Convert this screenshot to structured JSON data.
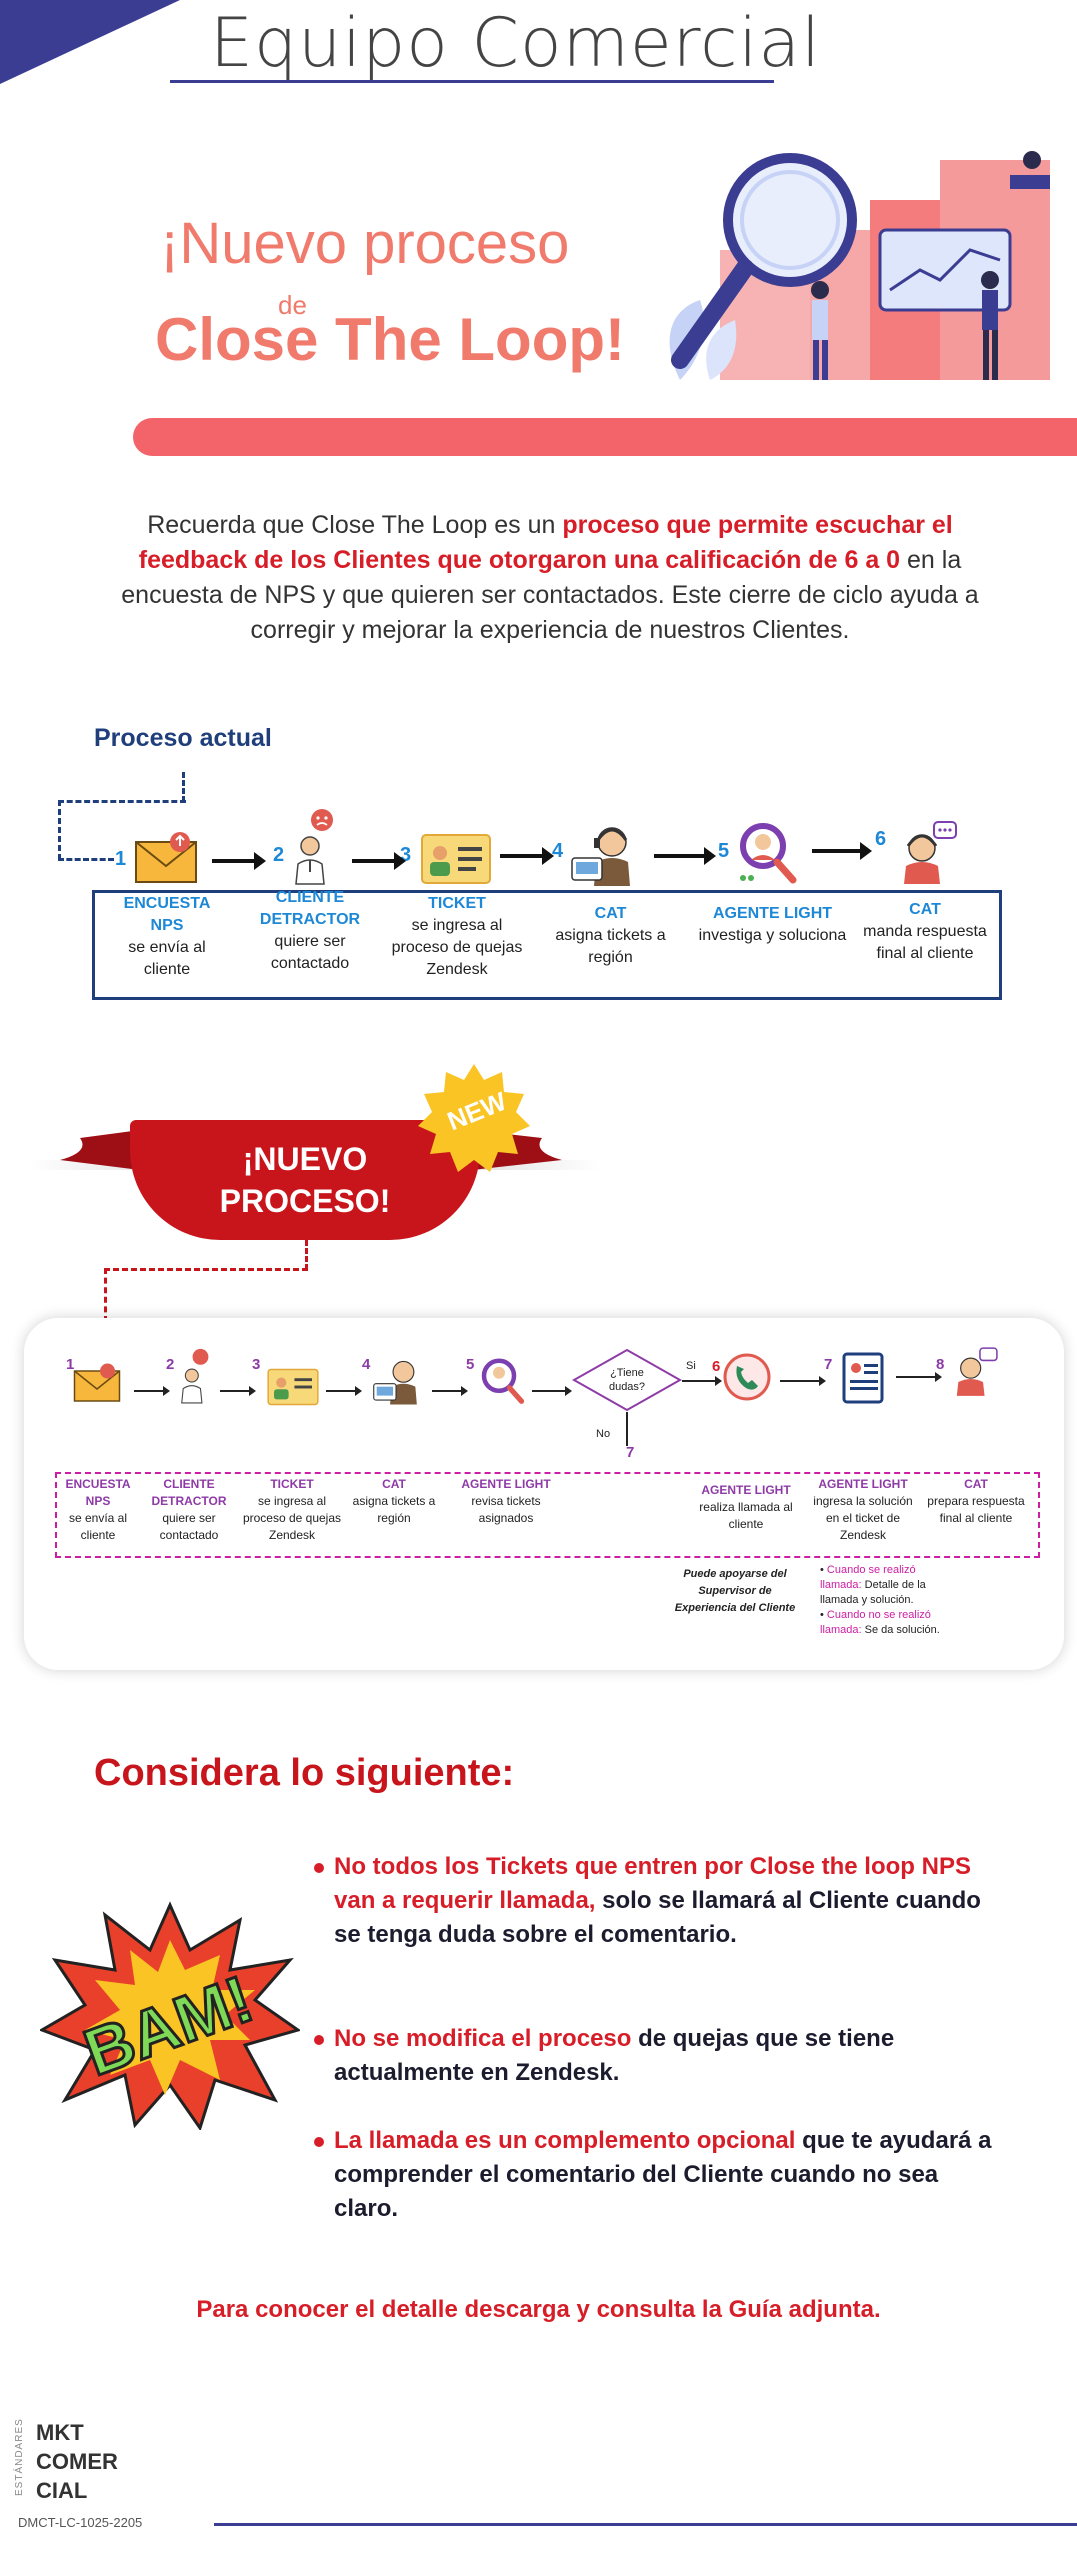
{
  "header": {
    "title": "Equipo Comercial"
  },
  "hero": {
    "line1": "¡Nuevo proceso",
    "de": "de",
    "line2": "Close The Loop!"
  },
  "intro": {
    "p1": "Recuerda que Close The Loop es un ",
    "hl": "proceso que permite escuchar el feedback de los Clientes que otorgaron una calificación de 6 a 0",
    "p2": " en la encuesta de NPS y que quieren ser contactados. Este cierre de ciclo ayuda a corregir y mejorar la experiencia de nuestros Clientes."
  },
  "current": {
    "label": "Proceso actual",
    "steps": [
      {
        "num": "1",
        "title": "ENCUESTA NPS",
        "desc": "se envía al cliente"
      },
      {
        "num": "2",
        "title": "CLIENTE DETRACTOR",
        "desc": "quiere ser contactado"
      },
      {
        "num": "3",
        "title": "TICKET",
        "desc": "se ingresa al proceso de quejas Zendesk"
      },
      {
        "num": "4",
        "title": "CAT",
        "desc": "asigna tickets a región"
      },
      {
        "num": "5",
        "title": "AGENTE LIGHT",
        "desc": "investiga y soluciona"
      },
      {
        "num": "6",
        "title": "CAT",
        "desc": "manda respuesta final al cliente"
      }
    ]
  },
  "banner": {
    "text1": "¡NUEVO",
    "text2": "PROCESO!",
    "badge": "NEW"
  },
  "new_process": {
    "decision": "¿Tiene dudas?",
    "yes": "Si",
    "no": "No",
    "steps": [
      {
        "num": "1",
        "title": "ENCUESTA NPS",
        "desc": "se envía al cliente"
      },
      {
        "num": "2",
        "title": "CLIENTE DETRACTOR",
        "desc": "quiere ser contactado"
      },
      {
        "num": "3",
        "title": "TICKET",
        "desc": "se ingresa al proceso de quejas Zendesk"
      },
      {
        "num": "4",
        "title": "CAT",
        "desc": "asigna tickets a región"
      },
      {
        "num": "5",
        "title": "AGENTE LIGHT",
        "desc": "revisa tickets asignados"
      },
      {
        "num": "6",
        "title": "AGENTE LIGHT",
        "desc": "realiza llamada al cliente"
      },
      {
        "num": "7",
        "title": "AGENTE LIGHT",
        "desc": "ingresa la solución en el ticket de Zendesk"
      },
      {
        "num": "8",
        "title": "CAT",
        "desc": "prepara respuesta final al cliente"
      }
    ],
    "note": "Puede apoyarse del Supervisor de Experiencia del Cliente",
    "list": [
      {
        "m": "Cuando se realizó llamada:",
        "t": " Detalle de la llamada y solución."
      },
      {
        "m": "Cuando no se realizó llamada:",
        "t": " Se da solución."
      }
    ]
  },
  "considera": {
    "title": "Considera lo siguiente:",
    "bam": "BAM!",
    "bullets": [
      {
        "red": "No todos los Tickets que entren por Close the loop NPS van a requerir llamada,",
        "rest": " solo se llamará al Cliente cuando se tenga duda sobre el comentario."
      },
      {
        "red": "No se modifica el proceso",
        "rest": " de quejas que se tiene actualmente en Zendesk."
      },
      {
        "red": "La llamada es un complemento opcional",
        "rest": " que te ayudará a comprender el comentario del Cliente cuando no sea claro."
      }
    ],
    "cta": "Para conocer el detalle descarga y consulta  la Guía adjunta."
  },
  "footer": {
    "vertical": "ESTÁNDARES",
    "logo1": "MKT",
    "logo2": "COMER",
    "logo3": "CIAL",
    "code": "DMCT-LC-1025-2205"
  },
  "colors": {
    "navy": "#3b3d92",
    "coral": "#f07a6b",
    "red": "#d71e28",
    "blue": "#1d88d6",
    "magenta": "#cc1da3"
  }
}
